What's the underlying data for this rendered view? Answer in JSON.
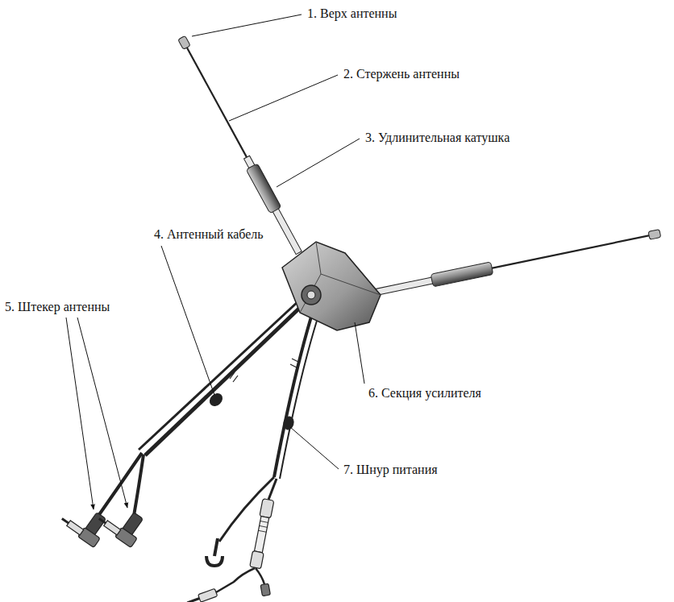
{
  "diagram": {
    "labels": [
      "1. Верх антенны",
      "2. Стержень антенны",
      "3. Удлинительная катушка",
      "4. Антенный кабель",
      "5. Штекер антенны",
      "6. Секция усилителя",
      "7. Шнур питания"
    ]
  }
}
